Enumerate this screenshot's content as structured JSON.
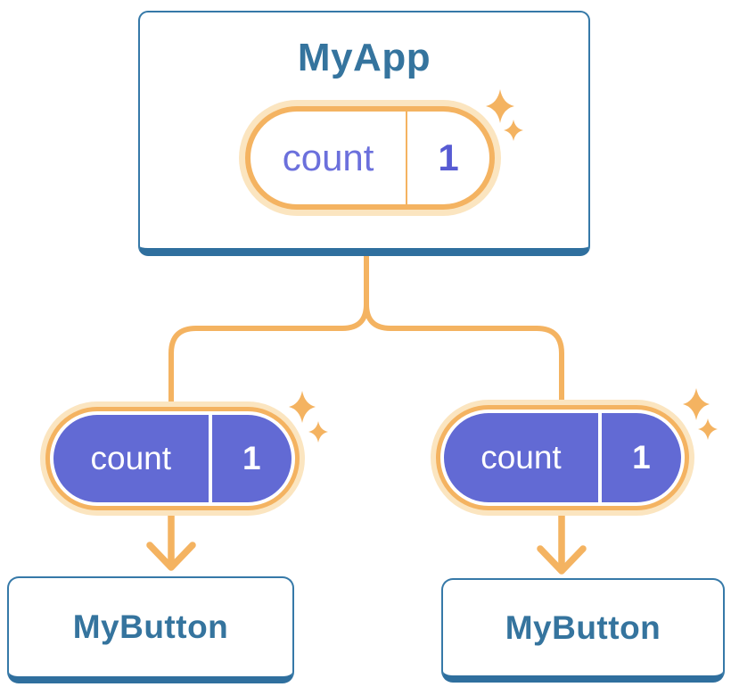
{
  "diagram": {
    "description": "React state-passing tree diagram",
    "root": {
      "title": "MyApp",
      "state": {
        "name": "count",
        "value": "1"
      }
    },
    "children": [
      {
        "title": "MyButton",
        "state": {
          "name": "count",
          "value": "1"
        }
      },
      {
        "title": "MyButton",
        "state": {
          "name": "count",
          "value": "1"
        }
      }
    ]
  },
  "colors": {
    "background": "#ffffff",
    "card_border": "#3679a8",
    "card_border_bottom": "#2f6f9e",
    "card_title_text": "#35749e",
    "connector_orange": "#f4b361",
    "pill_halo": "#fbe5c0",
    "pill_ring": "#f4b361",
    "pill_dark_fill": "#626ad4",
    "pill_light_name_text": "#6b70dc",
    "pill_light_value_text": "#575bd3",
    "pill_dark_text": "#ffffff"
  }
}
